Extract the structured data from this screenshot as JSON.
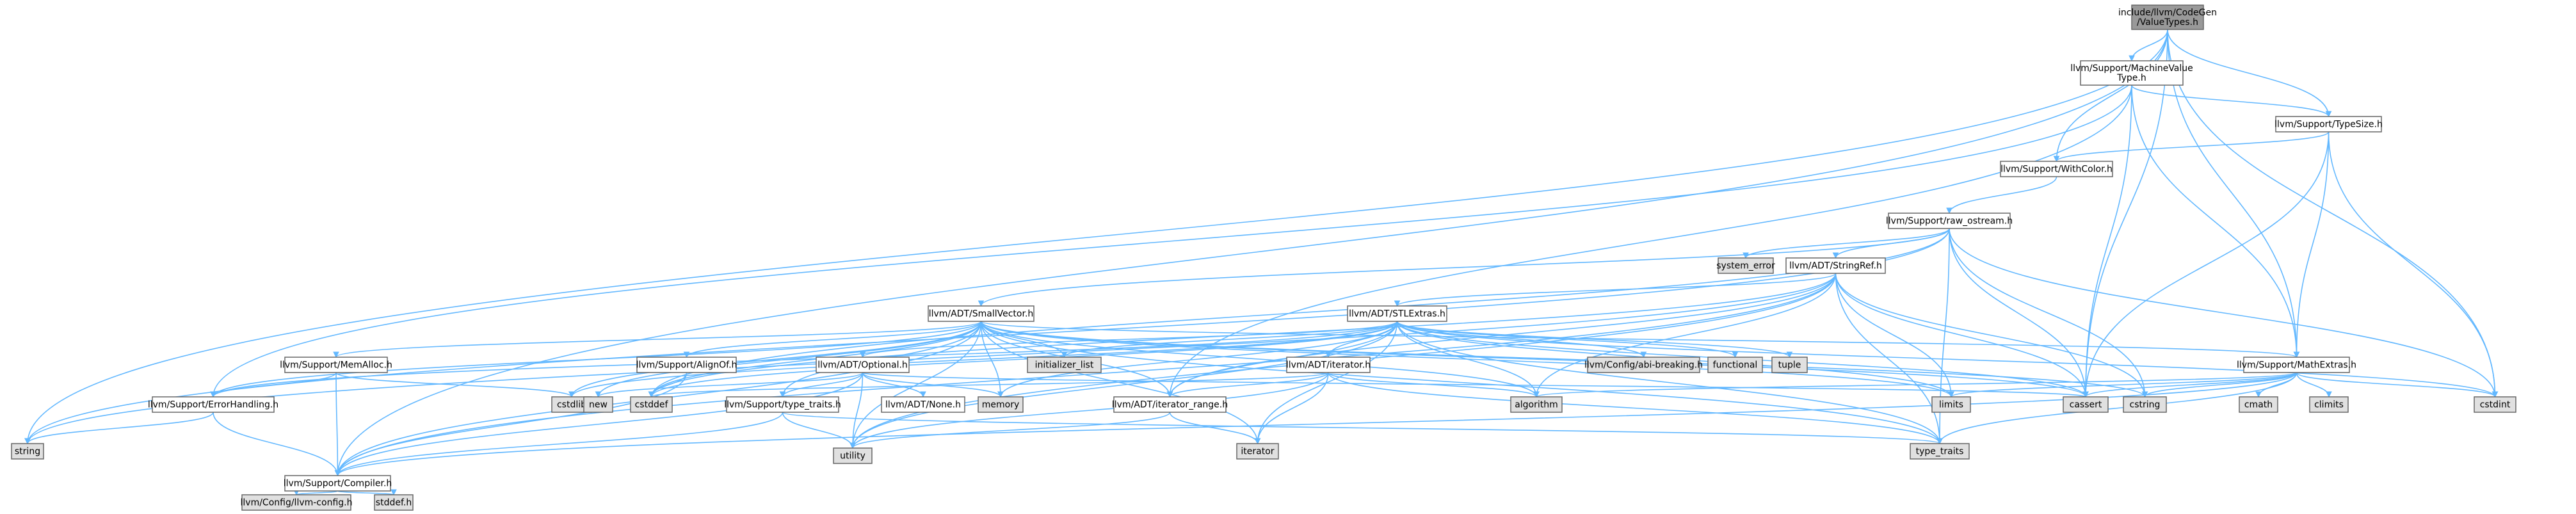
{
  "graph": {
    "title": "include/llvm/CodeGen/ValueTypes.h",
    "colors": {
      "root_fill": "#999999",
      "file_fill": "#ffffff",
      "system_fill": "#e0e0e0",
      "border": "#666666",
      "edge": "#63b8ff"
    },
    "nodes": [
      {
        "id": "root",
        "lines": [
          "include/llvm/CodeGen",
          "/ValueTypes.h"
        ],
        "kind": "root"
      },
      {
        "id": "mvt",
        "lines": [
          "llvm/Support/MachineValue",
          "Type.h"
        ],
        "kind": "file"
      },
      {
        "id": "typesize",
        "lines": [
          "llvm/Support/TypeSize.h"
        ],
        "kind": "file"
      },
      {
        "id": "withcolor",
        "lines": [
          "llvm/Support/WithColor.h"
        ],
        "kind": "file"
      },
      {
        "id": "rawostream",
        "lines": [
          "llvm/Support/raw_ostream.h"
        ],
        "kind": "file"
      },
      {
        "id": "system_error",
        "lines": [
          "system_error"
        ],
        "kind": "system"
      },
      {
        "id": "stringref",
        "lines": [
          "llvm/ADT/StringRef.h"
        ],
        "kind": "file"
      },
      {
        "id": "stlextras",
        "lines": [
          "llvm/ADT/STLExtras.h"
        ],
        "kind": "file"
      },
      {
        "id": "smallvector",
        "lines": [
          "llvm/ADT/SmallVector.h"
        ],
        "kind": "file"
      },
      {
        "id": "memalloc",
        "lines": [
          "llvm/Support/MemAlloc.h"
        ],
        "kind": "file"
      },
      {
        "id": "errorhandling",
        "lines": [
          "llvm/Support/ErrorHandling.h"
        ],
        "kind": "file"
      },
      {
        "id": "alignof",
        "lines": [
          "llvm/Support/AlignOf.h"
        ],
        "kind": "file"
      },
      {
        "id": "optional",
        "lines": [
          "llvm/ADT/Optional.h"
        ],
        "kind": "file"
      },
      {
        "id": "iterator_h",
        "lines": [
          "llvm/ADT/iterator.h"
        ],
        "kind": "file"
      },
      {
        "id": "typetraits",
        "lines": [
          "llvm/Support/type_traits.h"
        ],
        "kind": "file"
      },
      {
        "id": "none",
        "lines": [
          "llvm/ADT/None.h"
        ],
        "kind": "file"
      },
      {
        "id": "iterrange",
        "lines": [
          "llvm/ADT/iterator_range.h"
        ],
        "kind": "file"
      },
      {
        "id": "mathextras",
        "lines": [
          "llvm/Support/MathExtras.h"
        ],
        "kind": "file"
      },
      {
        "id": "compiler",
        "lines": [
          "llvm/Support/Compiler.h"
        ],
        "kind": "file"
      },
      {
        "id": "llvmconfig",
        "lines": [
          "llvm/Config/llvm-config.h"
        ],
        "kind": "system"
      },
      {
        "id": "stddef",
        "lines": [
          "stddef.h"
        ],
        "kind": "system"
      },
      {
        "id": "string",
        "lines": [
          "string"
        ],
        "kind": "system"
      },
      {
        "id": "cstdlib",
        "lines": [
          "cstdlib"
        ],
        "kind": "system"
      },
      {
        "id": "new",
        "lines": [
          "new"
        ],
        "kind": "system"
      },
      {
        "id": "cstddef",
        "lines": [
          "cstddef"
        ],
        "kind": "system"
      },
      {
        "id": "utility",
        "lines": [
          "utility"
        ],
        "kind": "system"
      },
      {
        "id": "memory",
        "lines": [
          "memory"
        ],
        "kind": "system"
      },
      {
        "id": "initializer_list",
        "lines": [
          "initializer_list"
        ],
        "kind": "system"
      },
      {
        "id": "iterator",
        "lines": [
          "iterator"
        ],
        "kind": "system"
      },
      {
        "id": "algorithm",
        "lines": [
          "algorithm"
        ],
        "kind": "system"
      },
      {
        "id": "abibreaking",
        "lines": [
          "llvm/Config/abi-breaking.h"
        ],
        "kind": "system"
      },
      {
        "id": "functional",
        "lines": [
          "functional"
        ],
        "kind": "system"
      },
      {
        "id": "tuple",
        "lines": [
          "tuple"
        ],
        "kind": "system"
      },
      {
        "id": "limits",
        "lines": [
          "limits"
        ],
        "kind": "system"
      },
      {
        "id": "cassert",
        "lines": [
          "cassert"
        ],
        "kind": "system"
      },
      {
        "id": "cstring",
        "lines": [
          "cstring"
        ],
        "kind": "system"
      },
      {
        "id": "type_traits",
        "lines": [
          "type_traits"
        ],
        "kind": "system"
      },
      {
        "id": "cmath",
        "lines": [
          "cmath"
        ],
        "kind": "system"
      },
      {
        "id": "climits",
        "lines": [
          "climits"
        ],
        "kind": "system"
      },
      {
        "id": "cstdint",
        "lines": [
          "cstdint"
        ],
        "kind": "system"
      }
    ],
    "edges": [
      [
        "root",
        "mvt"
      ],
      [
        "root",
        "typesize"
      ],
      [
        "root",
        "withcolor"
      ],
      [
        "root",
        "mathextras"
      ],
      [
        "root",
        "cassert"
      ],
      [
        "root",
        "cstdint"
      ],
      [
        "root",
        "string"
      ],
      [
        "root",
        "compiler"
      ],
      [
        "mvt",
        "typesize"
      ],
      [
        "mvt",
        "mathextras"
      ],
      [
        "mvt",
        "cassert"
      ],
      [
        "mvt",
        "errorhandling"
      ],
      [
        "mvt",
        "iterrange"
      ],
      [
        "typesize",
        "withcolor"
      ],
      [
        "typesize",
        "mathextras"
      ],
      [
        "typesize",
        "cassert"
      ],
      [
        "typesize",
        "cstdint"
      ],
      [
        "withcolor",
        "rawostream"
      ],
      [
        "rawostream",
        "system_error"
      ],
      [
        "rawostream",
        "stringref"
      ],
      [
        "rawostream",
        "smallvector"
      ],
      [
        "rawostream",
        "cassert"
      ],
      [
        "rawostream",
        "cstddef"
      ],
      [
        "rawostream",
        "cstdint"
      ],
      [
        "rawostream",
        "cstring"
      ],
      [
        "rawostream",
        "string"
      ],
      [
        "rawostream",
        "type_traits"
      ],
      [
        "stringref",
        "stlextras"
      ],
      [
        "stringref",
        "iterrange"
      ],
      [
        "stringref",
        "compiler"
      ],
      [
        "stringref",
        "algorithm"
      ],
      [
        "stringref",
        "cassert"
      ],
      [
        "stringref",
        "cstddef"
      ],
      [
        "stringref",
        "cstring"
      ],
      [
        "stringref",
        "limits"
      ],
      [
        "stringref",
        "string"
      ],
      [
        "stringref",
        "type_traits"
      ],
      [
        "stringref",
        "utility"
      ],
      [
        "stlextras",
        "iterator_h"
      ],
      [
        "stlextras",
        "optional"
      ],
      [
        "stlextras",
        "iterrange"
      ],
      [
        "stlextras",
        "abibreaking"
      ],
      [
        "stlextras",
        "errorhandling"
      ],
      [
        "stlextras",
        "algorithm"
      ],
      [
        "stlextras",
        "cassert"
      ],
      [
        "stlextras",
        "cstddef"
      ],
      [
        "stlextras",
        "cstdint"
      ],
      [
        "stlextras",
        "cstdlib"
      ],
      [
        "stlextras",
        "functional"
      ],
      [
        "stlextras",
        "initializer_list"
      ],
      [
        "stlextras",
        "iterator"
      ],
      [
        "stlextras",
        "limits"
      ],
      [
        "stlextras",
        "memory"
      ],
      [
        "stlextras",
        "tuple"
      ],
      [
        "stlextras",
        "type_traits"
      ],
      [
        "stlextras",
        "utility"
      ],
      [
        "smallvector",
        "compiler"
      ],
      [
        "smallvector",
        "memalloc"
      ],
      [
        "smallvector",
        "typetraits"
      ],
      [
        "smallvector",
        "alignof"
      ],
      [
        "smallvector",
        "algorithm"
      ],
      [
        "smallvector",
        "cassert"
      ],
      [
        "smallvector",
        "cstddef"
      ],
      [
        "smallvector",
        "cstdlib"
      ],
      [
        "smallvector",
        "cstring"
      ],
      [
        "smallvector",
        "initializer_list"
      ],
      [
        "smallvector",
        "iterator"
      ],
      [
        "smallvector",
        "limits"
      ],
      [
        "smallvector",
        "memory"
      ],
      [
        "smallvector",
        "new"
      ],
      [
        "smallvector",
        "type_traits"
      ],
      [
        "smallvector",
        "utility"
      ],
      [
        "smallvector",
        "errorhandling"
      ],
      [
        "smallvector",
        "iterrange"
      ],
      [
        "smallvector",
        "mathextras"
      ],
      [
        "memalloc",
        "compiler"
      ],
      [
        "memalloc",
        "errorhandling"
      ],
      [
        "memalloc",
        "cstdlib"
      ],
      [
        "errorhandling",
        "compiler"
      ],
      [
        "errorhandling",
        "string"
      ],
      [
        "alignof",
        "compiler"
      ],
      [
        "alignof",
        "cstddef"
      ],
      [
        "optional",
        "none"
      ],
      [
        "optional",
        "compiler"
      ],
      [
        "optional",
        "typetraits"
      ],
      [
        "optional",
        "cassert"
      ],
      [
        "optional",
        "memory"
      ],
      [
        "optional",
        "new"
      ],
      [
        "optional",
        "utility"
      ],
      [
        "iterator_h",
        "iterrange"
      ],
      [
        "iterator_h",
        "algorithm"
      ],
      [
        "iterator_h",
        "cstddef"
      ],
      [
        "iterator_h",
        "iterator"
      ],
      [
        "iterator_h",
        "type_traits"
      ],
      [
        "iterator_h",
        "utility"
      ],
      [
        "typetraits",
        "compiler"
      ],
      [
        "typetraits",
        "type_traits"
      ],
      [
        "typetraits",
        "utility"
      ],
      [
        "iterrange",
        "iterator"
      ],
      [
        "iterrange",
        "utility"
      ],
      [
        "mathextras",
        "compiler"
      ],
      [
        "mathextras",
        "algorithm"
      ],
      [
        "mathextras",
        "cassert"
      ],
      [
        "mathextras",
        "climits"
      ],
      [
        "mathextras",
        "cmath"
      ],
      [
        "mathextras",
        "cstdint"
      ],
      [
        "mathextras",
        "cstring"
      ],
      [
        "mathextras",
        "limits"
      ],
      [
        "mathextras",
        "type_traits"
      ],
      [
        "compiler",
        "llvmconfig"
      ],
      [
        "compiler",
        "stddef"
      ]
    ]
  }
}
